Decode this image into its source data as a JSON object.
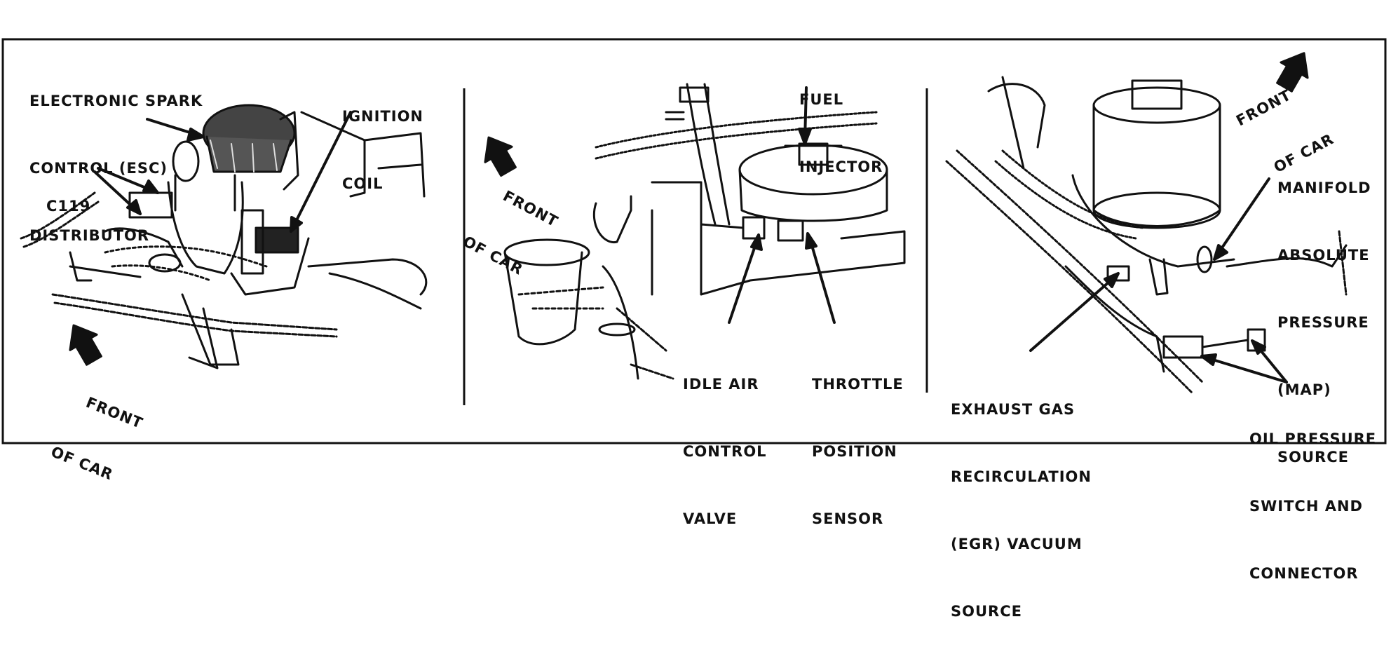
{
  "colors": {
    "ink": "#111111",
    "paper": "#ffffff"
  },
  "panels": [
    {
      "labels": {
        "esc_distributor": [
          "ELECTRONIC SPARK",
          "CONTROL (ESC)",
          "DISTRIBUTOR"
        ],
        "ignition_coil": [
          "IGNITION",
          "COIL"
        ],
        "connector": [
          "C119"
        ],
        "front_of_car": [
          "FRONT",
          "OF CAR"
        ]
      }
    },
    {
      "labels": {
        "fuel_injector": [
          "FUEL",
          "INJECTOR"
        ],
        "front_of_car": [
          "FRONT",
          "OF CAR"
        ],
        "idle_air_control": [
          "IDLE AIR",
          "CONTROL",
          "VALVE"
        ],
        "throttle_position": [
          "THROTTLE",
          "POSITION",
          "SENSOR"
        ]
      }
    },
    {
      "labels": {
        "front_of_car": [
          "FRONT",
          "OF CAR"
        ],
        "map_source": [
          "MANIFOLD",
          "ABSOLUTE",
          "PRESSURE",
          "(MAP)",
          "SOURCE"
        ],
        "egr_vacuum": [
          "EXHAUST GAS",
          "RECIRCULATION",
          "(EGR) VACUUM",
          "SOURCE"
        ],
        "oil_pressure": [
          "OIL PRESSURE",
          "SWITCH AND",
          "CONNECTOR"
        ]
      }
    }
  ]
}
